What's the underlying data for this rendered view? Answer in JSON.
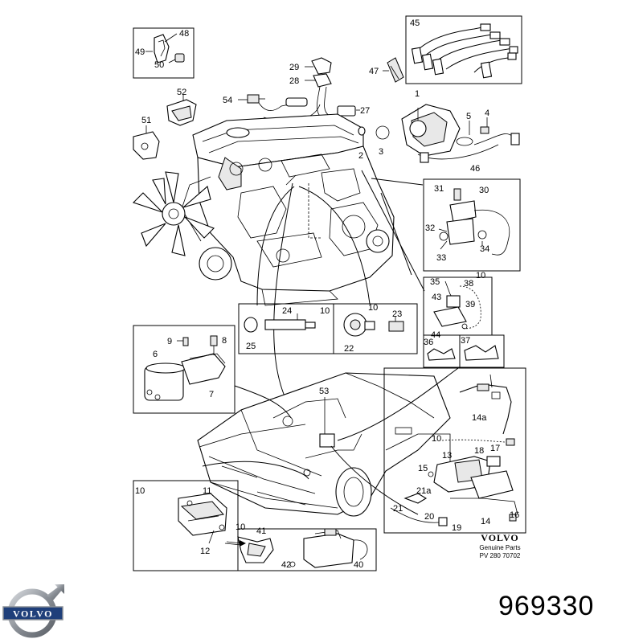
{
  "diagram": {
    "callouts": {
      "c45": "45",
      "c47": "47",
      "c48": "48",
      "c49": "49",
      "c50": "50",
      "c29": "29",
      "c28": "28",
      "c27": "27",
      "c54": "54",
      "c52": "52",
      "c51": "51",
      "c1": "1",
      "c2": "2",
      "c3": "3",
      "c4": "4",
      "c5": "5",
      "c46": "46",
      "c31": "31",
      "c30": "30",
      "c32": "32",
      "c33": "33",
      "c34": "34",
      "c10a": "10",
      "c35": "35",
      "c38": "38",
      "c43": "43",
      "c39": "39",
      "c44": "44",
      "c36": "36",
      "c37": "37",
      "c24": "24",
      "c10b": "10",
      "c10c": "10",
      "c23": "23",
      "c25": "25",
      "c22": "22",
      "c9": "9",
      "c8": "8",
      "c6": "6",
      "c7": "7",
      "c53": "53",
      "c14a": "14a",
      "c10d": "10",
      "c18": "18",
      "c17": "17",
      "c13": "13",
      "c15": "15",
      "c21a": "21a",
      "c21": "21",
      "c20": "20",
      "c19": "19",
      "c14": "14",
      "c16": "16",
      "c10e": "10",
      "c11": "11",
      "c10f": "10",
      "c41": "41",
      "c12": "12",
      "c42": "42",
      "c40": "40"
    },
    "genuine_parts": {
      "brand": "VOLVO",
      "subtitle": "Genuine Parts",
      "code": "PV 280 70702"
    }
  },
  "footer": {
    "logo_text": "VOLVO",
    "part_number": "969330"
  },
  "colors": {
    "ink": "#000000",
    "paper": "#ffffff",
    "logo_steel": "#8a8f96",
    "logo_blue": "#1f3f7a"
  }
}
